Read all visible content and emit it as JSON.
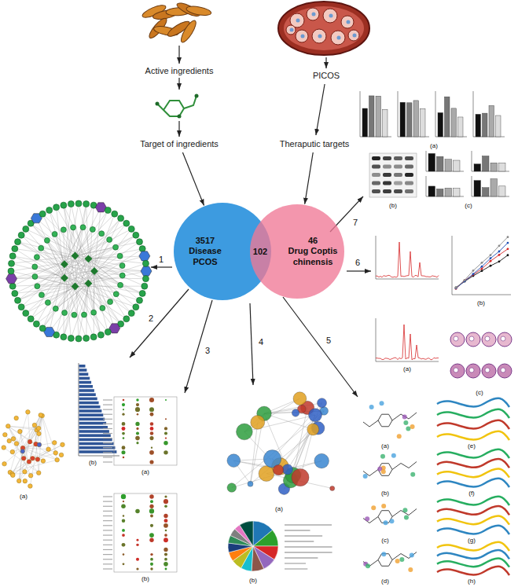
{
  "diagram": {
    "nodes": [
      {
        "text": [
          "Active ingredients"
        ]
      },
      {
        "text": [
          "Target of ingredients"
        ]
      },
      {
        "text": [
          "PICOS"
        ]
      },
      {
        "text": [
          "Theraputic targets"
        ]
      },
      {
        "text": [
          "3517",
          "Disease PCOS"
        ]
      },
      {
        "text": [
          "46",
          "Drug Coptis chinensis"
        ]
      }
    ],
    "edges": [
      {
        "from": 2,
        "to": 3,
        "arrow": "to"
      },
      {
        "from": 1,
        "to": 4,
        "arrow": "to"
      },
      {
        "from": 3,
        "to": 5,
        "arrow": "to"
      }
    ],
    "labels": [
      "102",
      "1",
      "2",
      "3",
      "4",
      "5",
      "6",
      "7",
      "(a)",
      "(b)",
      "(a)",
      "(b)",
      "(a)",
      "(b)",
      "(a)",
      "(e)",
      "(b)",
      "(f)",
      "(c)",
      "(g)",
      "(d)",
      "(h)",
      "(a)",
      "(b)",
      "(c)",
      "(a)",
      "(b)",
      "(c)"
    ]
  }
}
